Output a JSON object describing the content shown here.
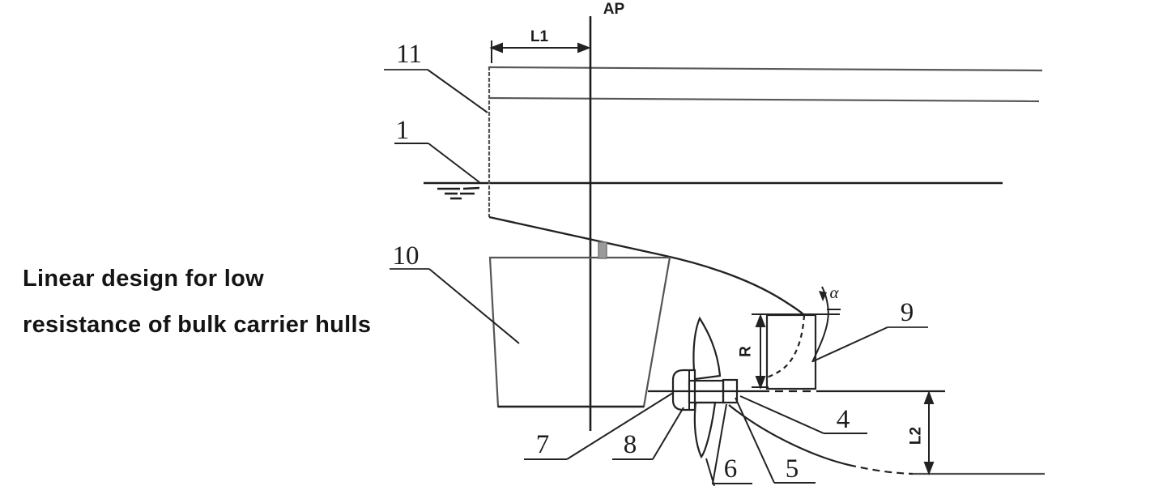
{
  "caption": {
    "line1": "Linear design for low",
    "line2": "resistance of bulk carrier hulls"
  },
  "reference": {
    "ap": "AP"
  },
  "dimensions": {
    "l1": "L1",
    "r": "R",
    "l2": "L2",
    "alpha": "α"
  },
  "callouts": {
    "n1": "1",
    "n4": "4",
    "n5": "5",
    "n6": "6",
    "n7": "7",
    "n8": "8",
    "n9": "9",
    "n10": "10",
    "n11": "11"
  },
  "colors": {
    "ink": "#1f1f1f",
    "faint": "#4a4a4a",
    "hatch": "#9a9a9a",
    "background": "#ffffff"
  }
}
